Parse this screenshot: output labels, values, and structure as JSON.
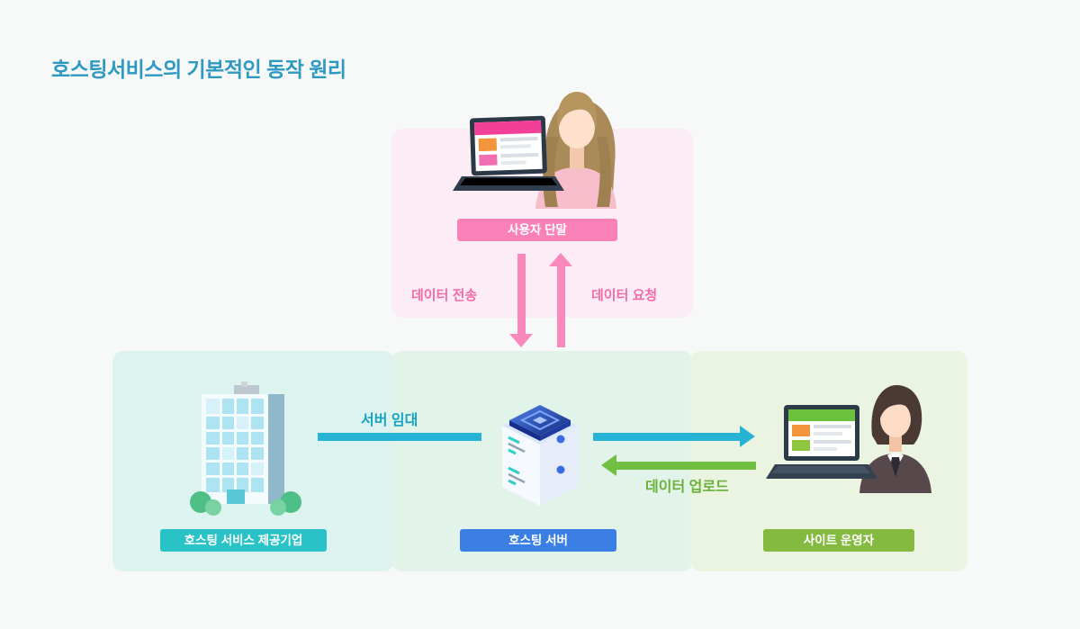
{
  "title": "호스팅서비스의 기본적인 동작 원리",
  "nodes": {
    "user_terminal": {
      "label": "사용자 단말"
    },
    "hosting_provider": {
      "label": "호스팅 서비스 제공기업"
    },
    "hosting_server": {
      "label": "호스팅 서버"
    },
    "site_operator": {
      "label": "사이트 운영자"
    }
  },
  "flows": {
    "data_send": {
      "label": "데이터 전송",
      "direction": "down",
      "from": "사용자 단말",
      "to": "호스팅 서버"
    },
    "data_request": {
      "label": "데이터 요청",
      "direction": "up",
      "from": "호스팅 서버",
      "to": "사용자 단말"
    },
    "server_lease": {
      "label": "서버 임대",
      "direction": "right",
      "from": "호스팅 서비스 제공기업",
      "to": "사이트 운영자"
    },
    "data_upload": {
      "label": "데이터 업로드",
      "direction": "left",
      "from": "사이트 운영자",
      "to": "호스팅 서버"
    }
  },
  "colors": {
    "page_bg": "#f6f9f7",
    "title": "#2f99c3",
    "user_panel_bg": "#fcecf5",
    "provider_panel_bg": "#ddf3f0",
    "server_panel_bg": "#e2f3ea",
    "operator_panel_bg": "#eaf4e1",
    "user_badge": "#fa80b8",
    "provider_badge": "#28c2c7",
    "server_badge": "#3c7fe4",
    "operator_badge": "#83ba3f",
    "pink_arrow": "#f988bc",
    "cyan_arrow": "#27b4d4",
    "green_arrow": "#70bf41"
  }
}
